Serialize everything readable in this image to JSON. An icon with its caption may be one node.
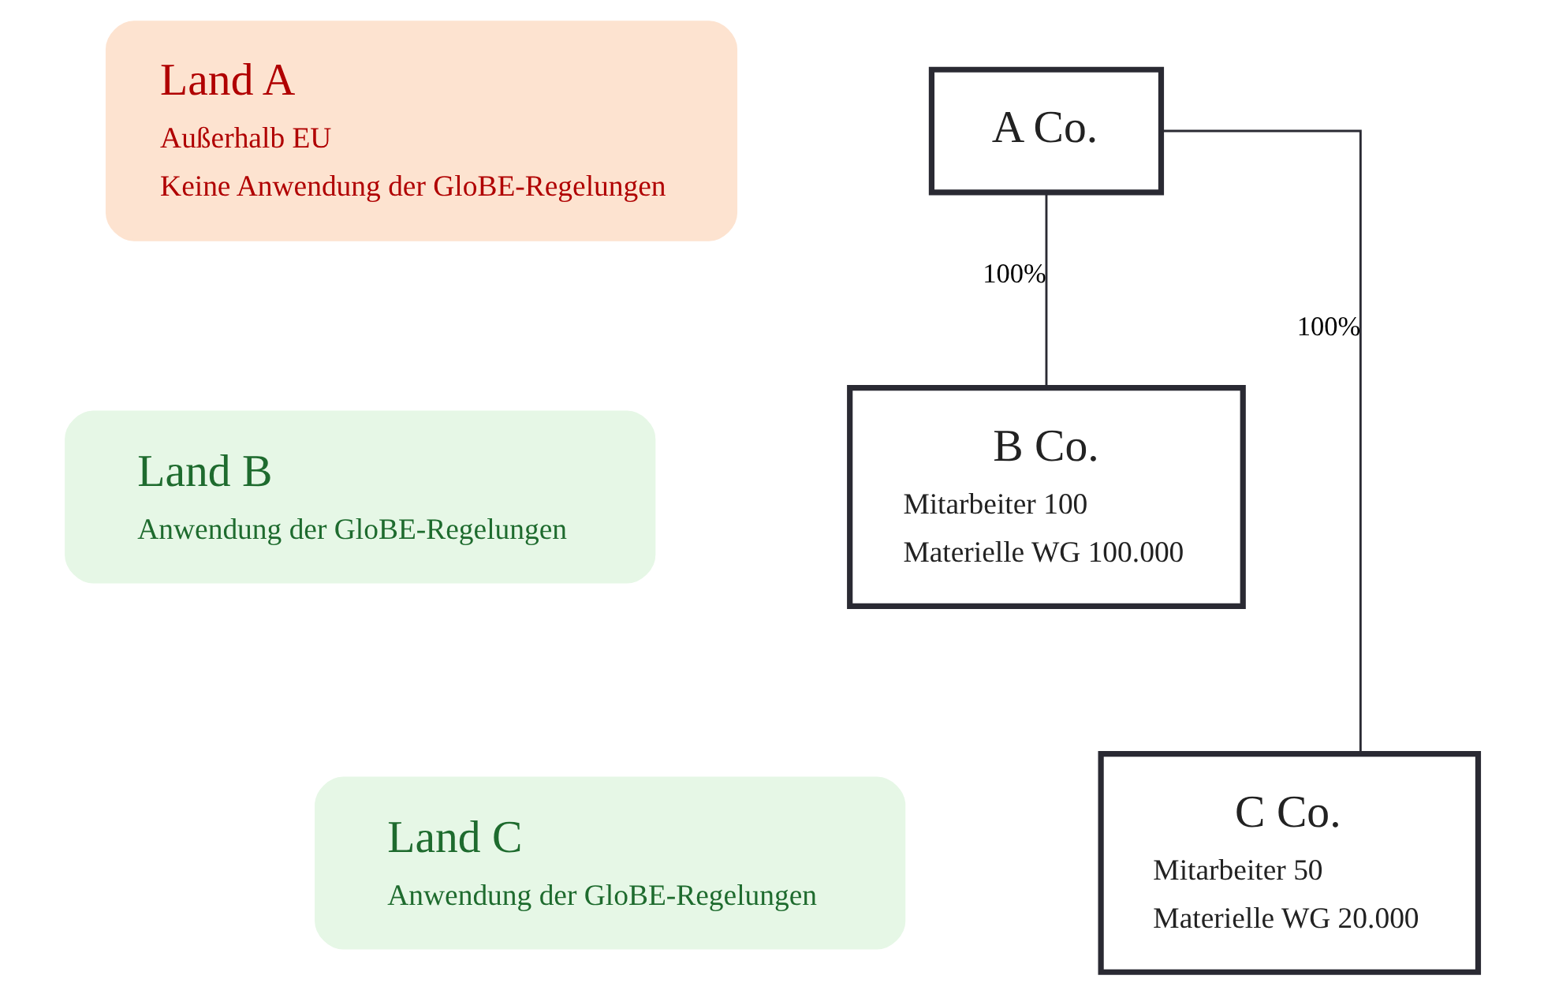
{
  "diagram": {
    "nodes": [
      {
        "text": [
          "Land A",
          "Außerhalb EU",
          "Keine Anwendung der GloBE-Regelungen"
        ]
      },
      {
        "text": [
          "Land B",
          "Anwendung der GloBE-Regelungen"
        ]
      },
      {
        "text": [
          "Land C",
          "Anwendung der GloBE-Regelungen"
        ]
      },
      {
        "text": [
          "A Co."
        ]
      },
      {
        "text": [
          "B Co.",
          "Mitarbeiter 100",
          "Materielle WG 100.000"
        ]
      },
      {
        "text": [
          "C Co.",
          "Mitarbeiter 50",
          "Materielle WG 20.000"
        ]
      }
    ],
    "edges": [
      {
        "from": 3,
        "to": 4,
        "arrow": "none",
        "label": "100%"
      },
      {
        "from": 3,
        "to": 5,
        "arrow": "none",
        "label": "100%"
      }
    ]
  }
}
